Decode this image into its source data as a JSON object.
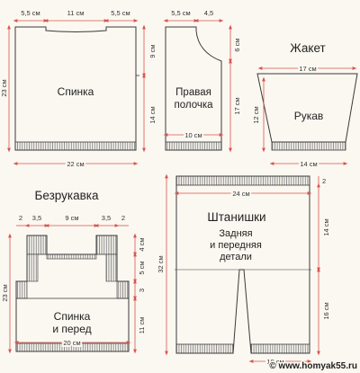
{
  "titles": {
    "jacket": "Жакет",
    "vest": "Безрукавка",
    "pants": "Штанишки"
  },
  "pieces": {
    "back": "Спинка",
    "right_front_1": "Правая",
    "right_front_2": "полочка",
    "sleeve": "Рукав",
    "vest_body_1": "Спинка",
    "vest_body_2": "и перед",
    "pants_1": "Задняя",
    "pants_2": "и передняя",
    "pants_3": "детали"
  },
  "dims": {
    "back_top_l": "5,5 см",
    "back_top_m": "11 см",
    "back_top_r": "5,5 см",
    "back_h": "23 см",
    "back_upper": "9 см",
    "back_lower": "14 см",
    "back_w": "22 см",
    "front_top_l": "5,5 см",
    "front_top_r": "4,5",
    "front_upper": "6 см",
    "front_lower": "17 см",
    "front_w": "10 см",
    "sleeve_top": "17 см",
    "sleeve_h": "12 см",
    "sleeve_w": "14 см",
    "pants_top": "24 см",
    "pants_band": "2",
    "pants_h": "32 см",
    "pants_upper": "14 см",
    "pants_lower": "16 см",
    "pants_leg": "10 см",
    "vest_s1": "2",
    "vest_s2": "3,5",
    "vest_s3": "9 см",
    "vest_s4": "3,5",
    "vest_s5": "2",
    "vest_h": "23 см",
    "vest_r1": "4 см",
    "vest_r2": "5 см",
    "vest_r3": "3",
    "vest_r4": "11 см",
    "vest_w": "20 см"
  },
  "watermark": "© www.homyak55.ru",
  "colors": {
    "line": "#3a3a3a",
    "dim": "#d9534f",
    "rib": "#8a8a8a"
  }
}
